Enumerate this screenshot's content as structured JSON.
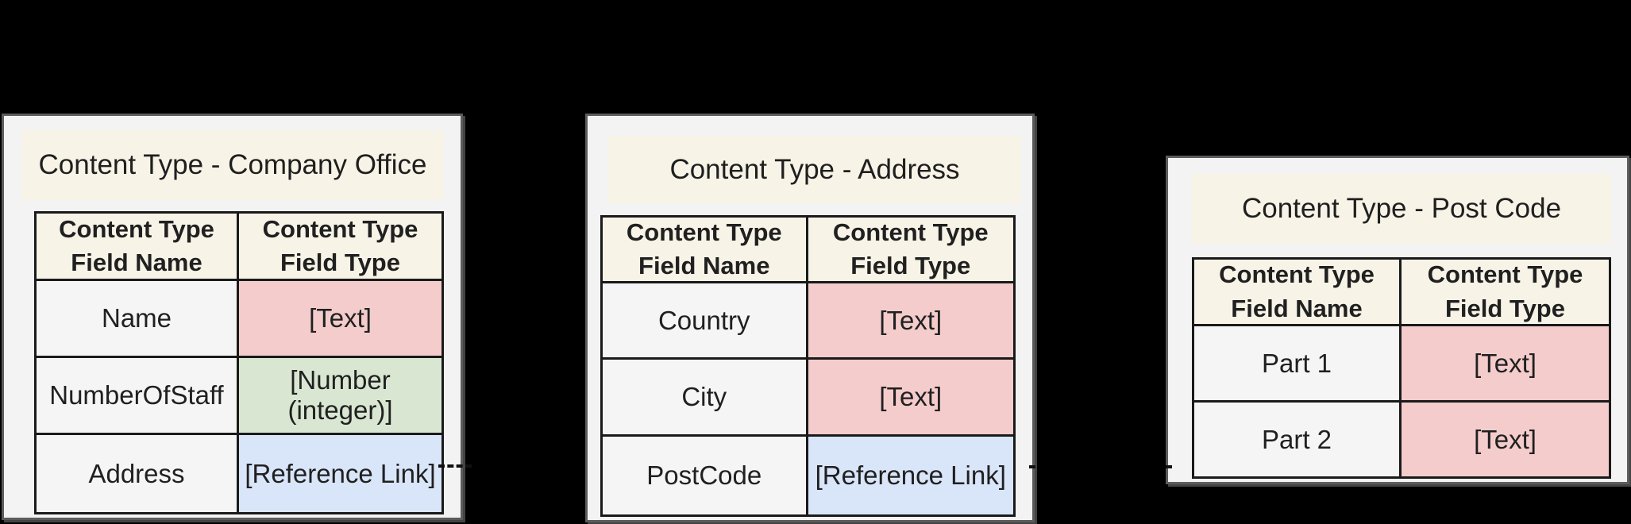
{
  "diagram": {
    "description_colors": {
      "background": "#000000",
      "box_background": "#f3f3f3",
      "title_band": "#f7f3e7",
      "header_cell": "#f7f3e7",
      "field_name_cell": "#f5f5f5",
      "text_type_cell": "#f4cccc",
      "number_type_cell": "#d9e7d2",
      "reference_type_cell": "#d9e5f8",
      "table_border": "#1a1a1a",
      "box_border": "#5c5c5c"
    },
    "connector": {
      "style": "dashed",
      "color": "#111111"
    },
    "boxes": [
      {
        "title": "Content Type - Company Office",
        "header": {
          "col1": "Content Type\nField Name",
          "col2": "Content Type\nField Type"
        },
        "rows": [
          {
            "field_name": "Name",
            "field_type": "[Text]",
            "type_color": "red"
          },
          {
            "field_name": "NumberOfStaff",
            "field_type": "[Number (integer)]",
            "type_color": "green"
          },
          {
            "field_name": "Address",
            "field_type": "[Reference Link]",
            "type_color": "blue"
          }
        ]
      },
      {
        "title": "Content Type - Address",
        "header": {
          "col1": "Content Type\nField Name",
          "col2": "Content Type\nField Type"
        },
        "rows": [
          {
            "field_name": "Country",
            "field_type": "[Text]",
            "type_color": "red"
          },
          {
            "field_name": "City",
            "field_type": "[Text]",
            "type_color": "red"
          },
          {
            "field_name": "PostCode",
            "field_type": "[Reference Link]",
            "type_color": "blue"
          }
        ]
      },
      {
        "title": "Content Type - Post Code",
        "header": {
          "col1": "Content Type\nField Name",
          "col2": "Content Type\nField Type"
        },
        "rows": [
          {
            "field_name": "Part 1",
            "field_type": "[Text]",
            "type_color": "red"
          },
          {
            "field_name": "Part 2",
            "field_type": "[Text]",
            "type_color": "red"
          }
        ]
      }
    ]
  }
}
